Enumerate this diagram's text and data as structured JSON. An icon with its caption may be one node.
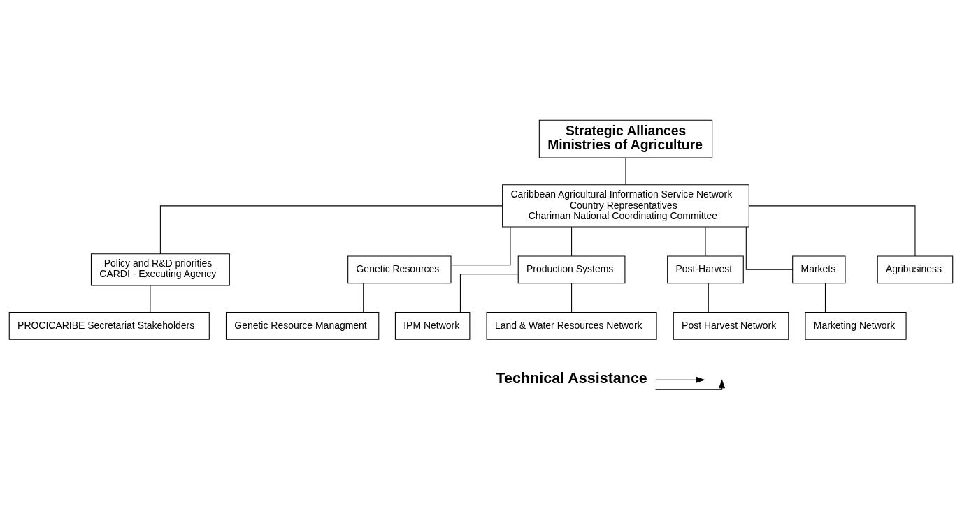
{
  "diagram": {
    "nodes": [
      {
        "text": [
          "Strategic Alliances",
          "Ministries of Agriculture"
        ]
      },
      {
        "text": [
          "Caribbean Agricultural Information Service Network",
          "Country Representatives",
          "Chariman National Coordinating Committee"
        ]
      },
      {
        "text": [
          "Policy and R&D priorities",
          "CARDI - Executing Agency"
        ]
      },
      {
        "text": [
          "Genetic Resources"
        ]
      },
      {
        "text": [
          "Production Systems"
        ]
      },
      {
        "text": [
          "Post-Harvest"
        ]
      },
      {
        "text": [
          "Markets"
        ]
      },
      {
        "text": [
          "Agribusiness"
        ]
      },
      {
        "text": [
          "PROCICARIBE Secretariat Stakeholders"
        ]
      },
      {
        "text": [
          "Genetic Resource Managment"
        ]
      },
      {
        "text": [
          "IPM Network"
        ]
      },
      {
        "text": [
          "Land & Water Resources Network"
        ]
      },
      {
        "text": [
          "Post Harvest Network"
        ]
      },
      {
        "text": [
          "Marketing Network"
        ]
      },
      {
        "text": [
          "Technical Assistance"
        ]
      }
    ],
    "edges": [
      {
        "from": 0,
        "to": 1,
        "arrow": "none"
      },
      {
        "from": 1,
        "to": 2,
        "arrow": "none"
      },
      {
        "from": 1,
        "to": 3,
        "arrow": "none"
      },
      {
        "from": 1,
        "to": 4,
        "arrow": "none"
      },
      {
        "from": 1,
        "to": 5,
        "arrow": "none"
      },
      {
        "from": 1,
        "to": 6,
        "arrow": "none"
      },
      {
        "from": 1,
        "to": 7,
        "arrow": "none"
      },
      {
        "from": 2,
        "to": 8,
        "arrow": "none"
      },
      {
        "from": 3,
        "to": 9,
        "arrow": "none"
      },
      {
        "from": 4,
        "to": 10,
        "arrow": "none"
      },
      {
        "from": 4,
        "to": 11,
        "arrow": "none"
      },
      {
        "from": 5,
        "to": 12,
        "arrow": "none"
      },
      {
        "from": 6,
        "to": 13,
        "arrow": "none"
      },
      {
        "from": 14,
        "to": null,
        "arrow": "to"
      },
      {
        "from": 14,
        "to": null,
        "arrow": "to"
      }
    ]
  }
}
